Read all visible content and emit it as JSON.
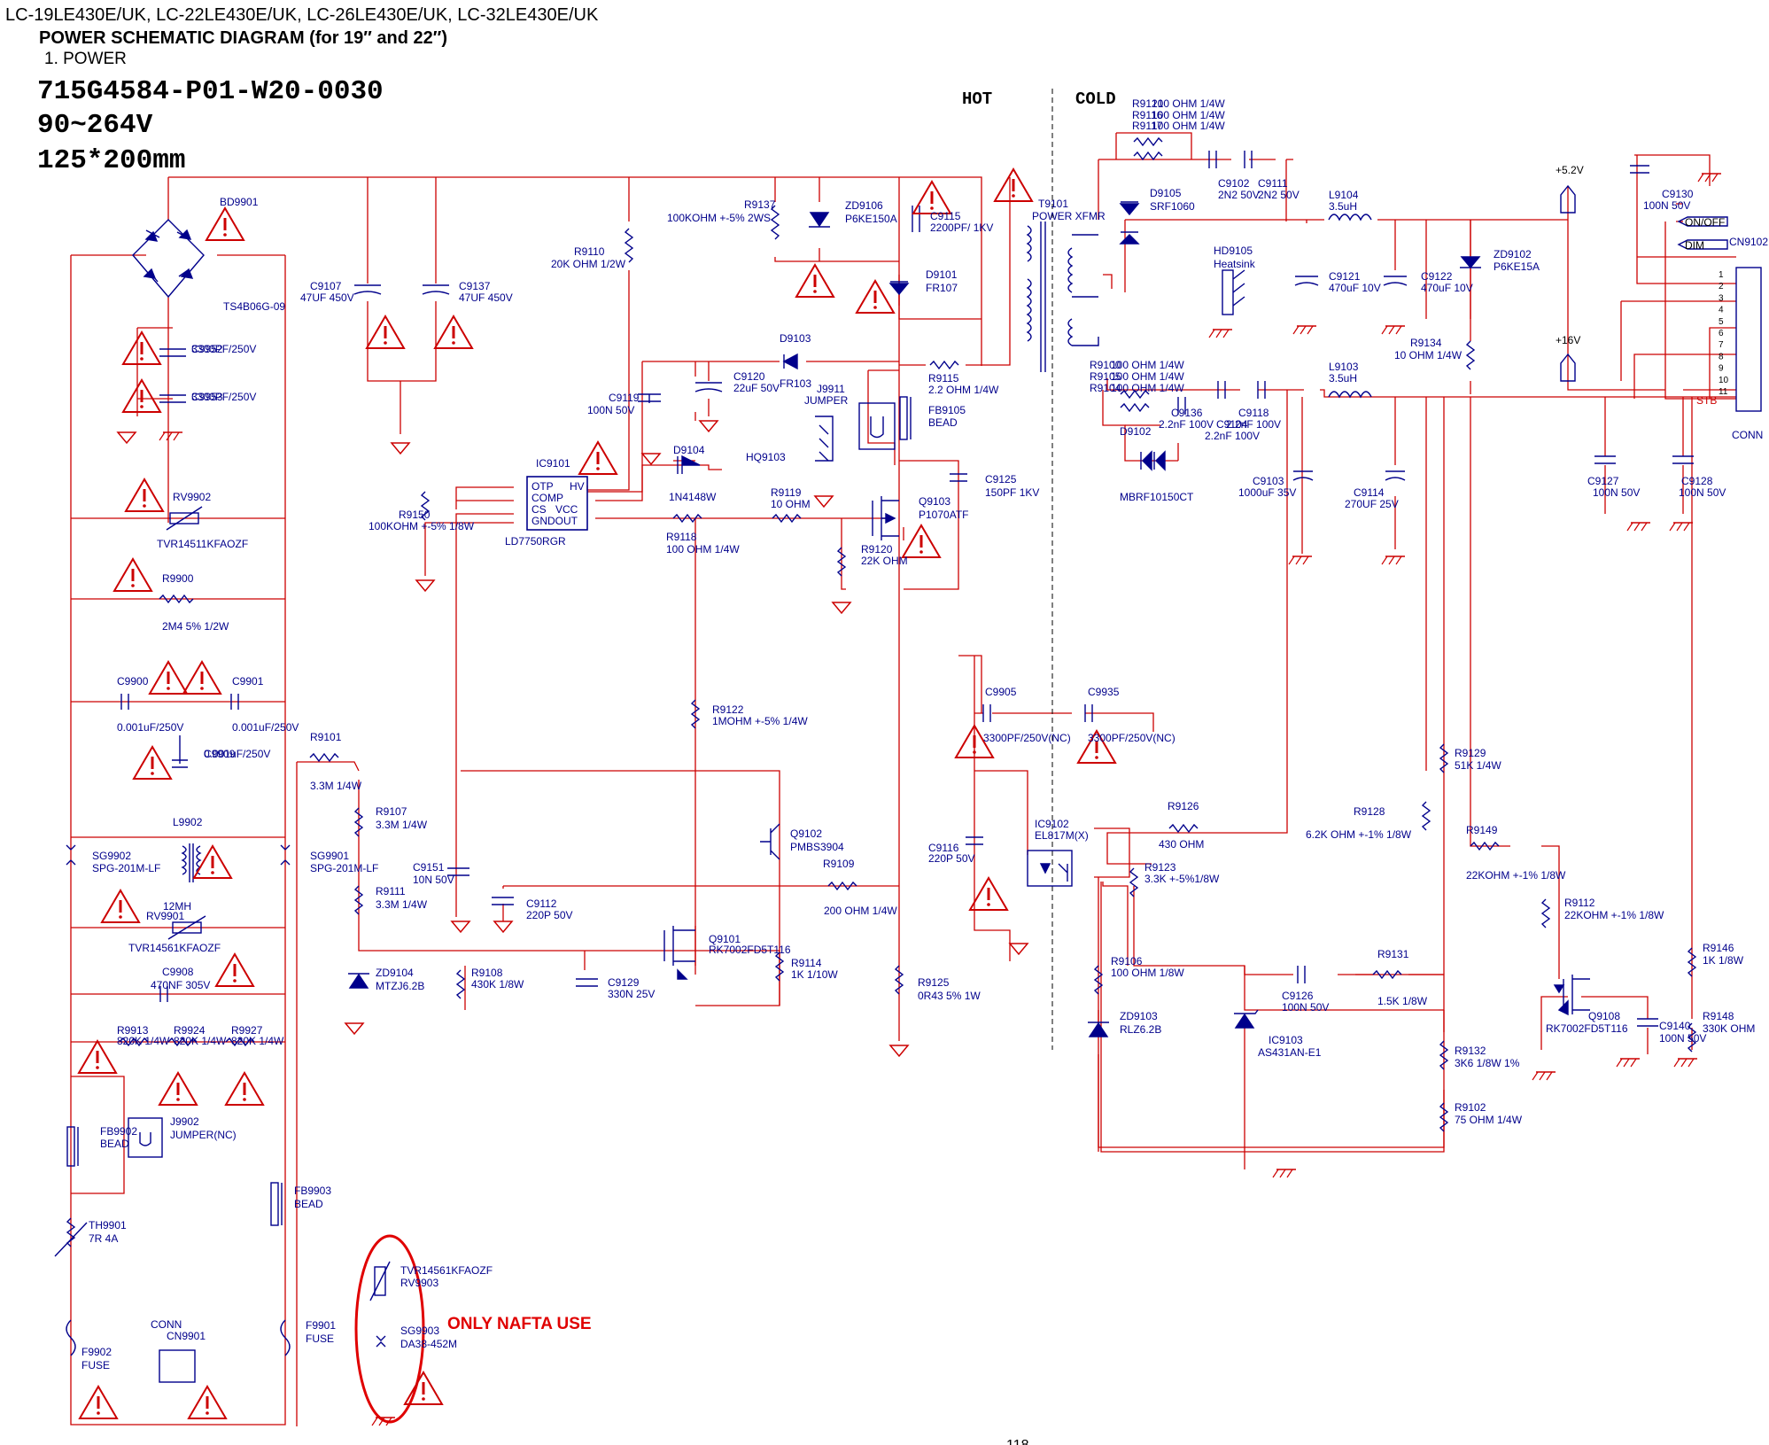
{
  "header": {
    "models": "LC-19LE430E/UK, LC-22LE430E/UK, LC-26LE430E/UK, LC-32LE430E/UK",
    "title": "POWER SCHEMATIC DIAGRAM (for 19″ and 22″)",
    "section": "1. POWER",
    "board": "715G4584-P01-W20-0030",
    "voltage": "90~264V",
    "size": "125*200mm"
  },
  "zones": {
    "hot": "HOT",
    "cold": "COLD"
  },
  "annotation": "ONLY NAFTA USE",
  "page_number": "118",
  "colors": {
    "wire": "#cc0000",
    "component": "#00008b",
    "warning": "#cc0000",
    "ink": "#000000",
    "circle": "#e00000"
  },
  "components": [
    {
      "id": "bd9901",
      "ref": "BD9901",
      "value": "TS4B06G-09"
    },
    {
      "id": "c9952",
      "ref": "C9952",
      "value": "3300PF/250V"
    },
    {
      "id": "c9953",
      "ref": "C9953",
      "value": "3300PF/250V"
    },
    {
      "id": "rv9902",
      "ref": "RV9902",
      "value": "TVR14511KFAOZF"
    },
    {
      "id": "r9900",
      "ref": "R9900",
      "value": "2M4 5% 1/2W"
    },
    {
      "id": "c9900",
      "ref": "C9900",
      "value": "0.001uF/250V"
    },
    {
      "id": "c9901",
      "ref": "C9901",
      "value": "0.001uF/250V"
    },
    {
      "id": "c9909",
      "ref": "C9909",
      "value": "0.001uF/250V"
    },
    {
      "id": "l9902",
      "ref": "L9902",
      "value": "12MH"
    },
    {
      "id": "sg9902",
      "ref": "SG9902",
      "value": "SPG-201M-LF"
    },
    {
      "id": "sg9901",
      "ref": "SG9901",
      "value": "SPG-201M-LF"
    },
    {
      "id": "rv9901",
      "ref": "RV9901",
      "value": "TVR14561KFAOZF"
    },
    {
      "id": "c9908",
      "ref": "C9908",
      "value": "470NF 305V"
    },
    {
      "id": "r9913",
      "ref": "R9913",
      "value": "820K 1/4W"
    },
    {
      "id": "r9924",
      "ref": "R9924",
      "value": "820K 1/4W"
    },
    {
      "id": "r9927",
      "ref": "R9927",
      "value": "820K 1/4W"
    },
    {
      "id": "fb9902",
      "ref": "FB9902",
      "value": "BEAD"
    },
    {
      "id": "j9902",
      "ref": "J9902",
      "value": "JUMPER(NC)"
    },
    {
      "id": "fb9903",
      "ref": "FB9903",
      "value": "BEAD"
    },
    {
      "id": "th9901",
      "ref": "TH9901",
      "value": "7R 4A"
    },
    {
      "id": "f9902",
      "ref": "F9902",
      "value": "FUSE"
    },
    {
      "id": "f9901",
      "ref": "F9901",
      "value": "FUSE"
    },
    {
      "id": "cn9901",
      "ref": "CN9901",
      "value": "CONN"
    },
    {
      "id": "rv9903",
      "ref": "RV9903",
      "value": "TVR14561KFAOZF"
    },
    {
      "id": "sg9903",
      "ref": "SG9903",
      "value": "DA38-452M"
    },
    {
      "id": "c9107",
      "ref": "C9107",
      "value": "47UF 450V"
    },
    {
      "id": "c9137",
      "ref": "C9137",
      "value": "47UF 450V"
    },
    {
      "id": "r9110",
      "ref": "R9110",
      "value": "20K OHM 1/2W"
    },
    {
      "id": "r9137",
      "ref": "R9137",
      "value": "100KOHM +-5% 2WS"
    },
    {
      "id": "zd9106",
      "ref": "ZD9106",
      "value": "P6KE150A"
    },
    {
      "id": "c9115",
      "ref": "C9115",
      "value": "2200PF/ 1KV"
    },
    {
      "id": "d9101",
      "ref": "D9101",
      "value": "FR107"
    },
    {
      "id": "t9101",
      "ref": "T9101",
      "value": "POWER XFMR"
    },
    {
      "id": "d9103",
      "ref": "D9103",
      "value": "FR103"
    },
    {
      "id": "c9120",
      "ref": "C9120",
      "value": "22uF 50V"
    },
    {
      "id": "j9911",
      "ref": "J9911",
      "value": "JUMPER"
    },
    {
      "id": "r9115",
      "ref": "R9115",
      "value": "2.2 OHM 1/4W"
    },
    {
      "id": "fb9105",
      "ref": "FB9105",
      "value": "BEAD"
    },
    {
      "id": "c9119",
      "ref": "C9119",
      "value": "100N 50V"
    },
    {
      "id": "ic9101",
      "ref": "IC9101",
      "value": "LD7750RGR"
    },
    {
      "id": "d9104",
      "ref": "D9104",
      "value": "1N4148W"
    },
    {
      "id": "hq9103",
      "ref": "HQ9103",
      "value": ""
    },
    {
      "id": "r9119",
      "ref": "R9119",
      "value": "10 OHM"
    },
    {
      "id": "q9103",
      "ref": "Q9103",
      "value": "P1070ATF"
    },
    {
      "id": "c9125",
      "ref": "C9125",
      "value": "150PF 1KV"
    },
    {
      "id": "r9150",
      "ref": "R9150",
      "value": "100KOHM +-5% 1/8W"
    },
    {
      "id": "r9118",
      "ref": "R9118",
      "value": "100 OHM 1/4W"
    },
    {
      "id": "r9120",
      "ref": "R9120",
      "value": "22K OHM"
    },
    {
      "id": "r9122",
      "ref": "R9122",
      "value": "1MOHM +-5% 1/4W"
    },
    {
      "id": "c9905",
      "ref": "C9905",
      "value": "3300PF/250V(NC)"
    },
    {
      "id": "c9935",
      "ref": "C9935",
      "value": "3300PF/250V(NC)"
    },
    {
      "id": "r9101",
      "ref": "R9101",
      "value": "3.3M 1/4W"
    },
    {
      "id": "r9107",
      "ref": "R9107",
      "value": "3.3M 1/4W"
    },
    {
      "id": "r9111",
      "ref": "R9111",
      "value": "3.3M 1/4W"
    },
    {
      "id": "c9151",
      "ref": "C9151",
      "value": "10N 50V"
    },
    {
      "id": "q9102",
      "ref": "Q9102",
      "value": "PMBS3904"
    },
    {
      "id": "r9109",
      "ref": "R9109",
      "value": "200 OHM 1/4W"
    },
    {
      "id": "c9112",
      "ref": "C9112",
      "value": "220P 50V"
    },
    {
      "id": "c9116",
      "ref": "C9116",
      "value": "220P 50V"
    },
    {
      "id": "ic9102",
      "ref": "IC9102",
      "value": "EL817M(X)"
    },
    {
      "id": "q9101",
      "ref": "Q9101",
      "value": "RK7002FD5T116"
    },
    {
      "id": "r9114",
      "ref": "R9114",
      "value": "1K 1/10W"
    },
    {
      "id": "zd9104",
      "ref": "ZD9104",
      "value": "MTZJ6.2B"
    },
    {
      "id": "r9108",
      "ref": "R9108",
      "value": "430K 1/8W"
    },
    {
      "id": "c9129",
      "ref": "C9129",
      "value": "330N 25V"
    },
    {
      "id": "r9125",
      "ref": "R9125",
      "value": "0R43 5% 1W"
    },
    {
      "id": "r9126",
      "ref": "R9126",
      "value": "430 OHM"
    },
    {
      "id": "r9123",
      "ref": "R9123",
      "value": "3.3K +-5%1/8W"
    },
    {
      "id": "r9106",
      "ref": "R9106",
      "value": "100 OHM 1/8W"
    },
    {
      "id": "zd9103",
      "ref": "ZD9103",
      "value": "RLZ6.2B"
    },
    {
      "id": "ic9103",
      "ref": "IC9103",
      "value": "AS431AN-E1"
    },
    {
      "id": "c9126",
      "ref": "C9126",
      "value": "100N 50V"
    },
    {
      "id": "r9131",
      "ref": "R9131",
      "value": "1.5K 1/8W"
    },
    {
      "id": "r9128",
      "ref": "R9128",
      "value": "6.2K OHM +-1% 1/8W"
    },
    {
      "id": "r9129",
      "ref": "R9129",
      "value": "51K 1/4W"
    },
    {
      "id": "r9149",
      "ref": "R9149",
      "value": "22KOHM +-1% 1/8W"
    },
    {
      "id": "r9112",
      "ref": "R9112",
      "value": "22KOHM +-1% 1/8W"
    },
    {
      "id": "r9132",
      "ref": "R9132",
      "value": "3K6 1/8W 1%"
    },
    {
      "id": "r9102",
      "ref": "R9102",
      "value": "75 OHM 1/4W"
    },
    {
      "id": "q9108",
      "ref": "Q9108",
      "value": "RK7002FD5T116"
    },
    {
      "id": "c9140",
      "ref": "C9140",
      "value": "100N 50V"
    },
    {
      "id": "r9146",
      "ref": "R9146",
      "value": "1K 1/8W"
    },
    {
      "id": "r9148",
      "ref": "R9148",
      "value": "330K OHM"
    },
    {
      "id": "r9121",
      "ref": "R9121",
      "value": "100 OHM 1/4W"
    },
    {
      "id": "r9116",
      "ref": "R9116",
      "value": "100 OHM 1/4W"
    },
    {
      "id": "r9117",
      "ref": "R9117",
      "value": "100 OHM 1/4W"
    },
    {
      "id": "d9105",
      "ref": "D9105",
      "value": "SRF1060"
    },
    {
      "id": "c9102",
      "ref": "C9102",
      "value": "2N2 50V"
    },
    {
      "id": "c9111",
      "ref": "C9111",
      "value": "2N2 50V"
    },
    {
      "id": "l9104",
      "ref": "L9104",
      "value": "3.5uH"
    },
    {
      "id": "hd9105",
      "ref": "HD9105",
      "value": "Heatsink"
    },
    {
      "id": "c9121",
      "ref": "C9121",
      "value": "470uF 10V"
    },
    {
      "id": "c9122",
      "ref": "C9122",
      "value": "470uF 10V"
    },
    {
      "id": "zd9102",
      "ref": "ZD9102",
      "value": "P6KE15A"
    },
    {
      "id": "r9134",
      "ref": "R9134",
      "value": "10 OHM 1/4W"
    },
    {
      "id": "c9130",
      "ref": "C9130",
      "value": "100N 50V"
    },
    {
      "id": "r9100",
      "ref": "R9100",
      "value": "100 OHM 1/4W"
    },
    {
      "id": "r9105",
      "ref": "R9105",
      "value": "100 OHM 1/4W"
    },
    {
      "id": "r9104",
      "ref": "R9104",
      "value": "100 OHM 1/4W"
    },
    {
      "id": "c9136",
      "ref": "C9136",
      "value": "2.2nF 100V"
    },
    {
      "id": "c9104",
      "ref": "C9104",
      "value": "2.2nF 100V"
    },
    {
      "id": "c9118",
      "ref": "C9118",
      "value": "2.2nF 100V"
    },
    {
      "id": "l9103",
      "ref": "L9103",
      "value": "3.5uH"
    },
    {
      "id": "d9102",
      "ref": "D9102",
      "value": "MBRF10150CT"
    },
    {
      "id": "c9103",
      "ref": "C9103",
      "value": "1000uF 35V"
    },
    {
      "id": "c9114",
      "ref": "C9114",
      "value": "270UF 25V"
    },
    {
      "id": "c9127",
      "ref": "C9127",
      "value": "100N 50V"
    },
    {
      "id": "c9128",
      "ref": "C9128",
      "value": "100N 50V"
    },
    {
      "id": "cn9102",
      "ref": "CN9102",
      "value": "CONN"
    }
  ],
  "ic9101_pins": [
    "OTP",
    "HV",
    "COMP",
    "CS",
    "VCC",
    "GNDOUT"
  ],
  "rails": [
    "+5.2V",
    "+16V"
  ],
  "signals": [
    "ON/OFF",
    "DIM",
    "STB"
  ],
  "cn9102_pins": [
    "1",
    "2",
    "3",
    "4",
    "5",
    "6",
    "7",
    "8",
    "9",
    "10",
    "11"
  ]
}
